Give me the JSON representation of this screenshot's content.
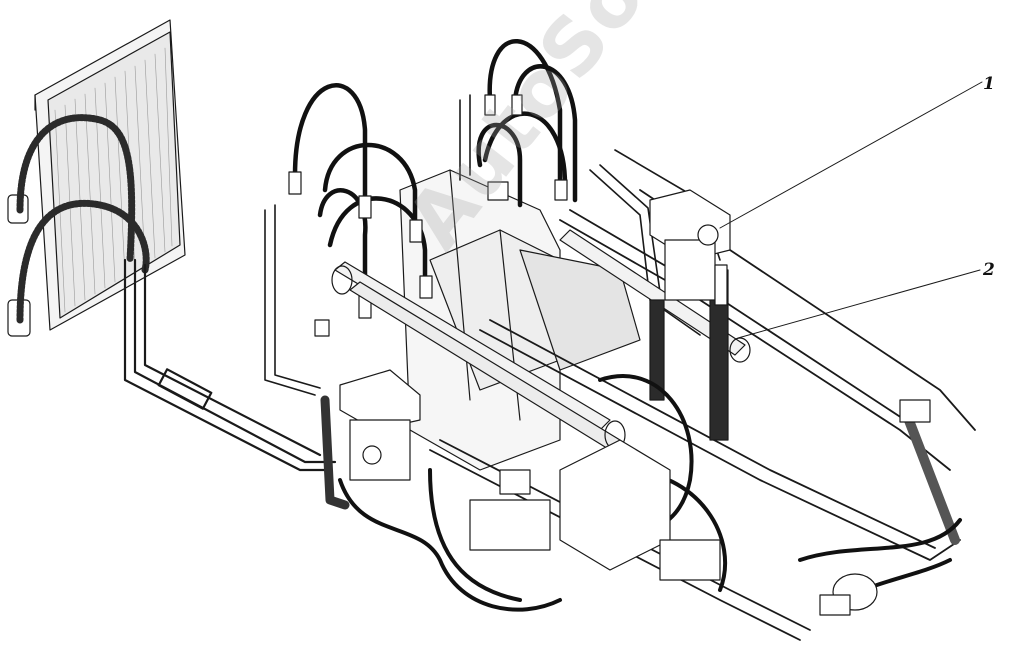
{
  "callouts": [
    {
      "label": "1"
    },
    {
      "label": "2"
    }
  ],
  "watermark": "AutoSoft"
}
